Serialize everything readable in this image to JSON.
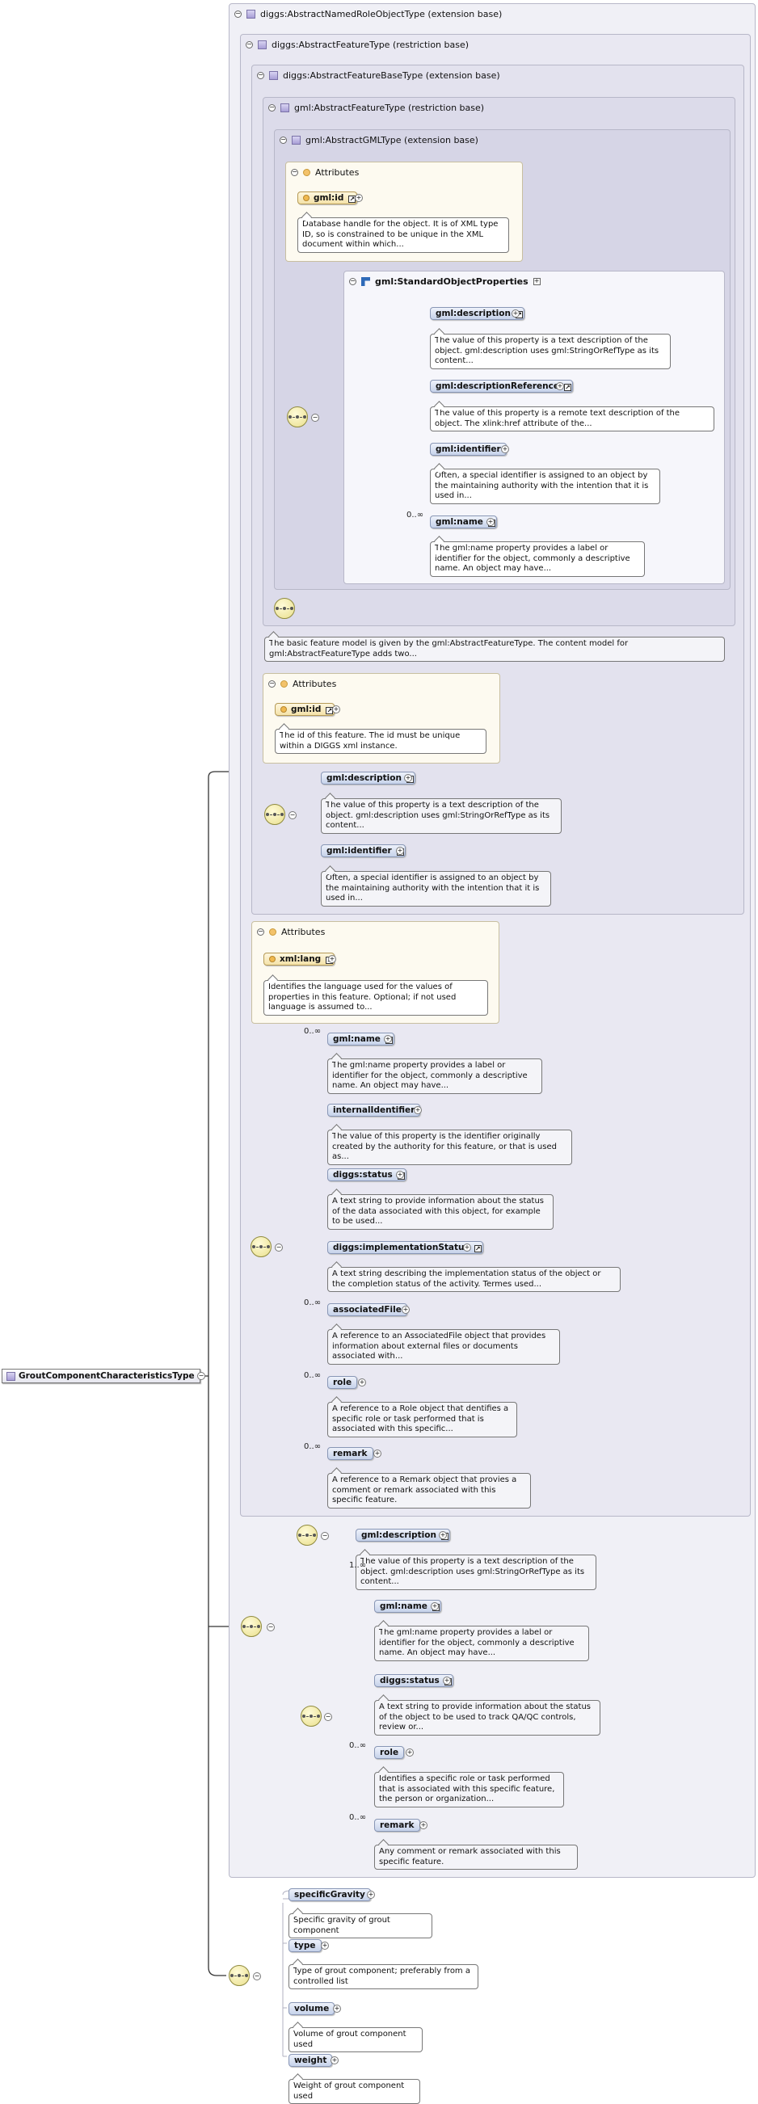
{
  "root": {
    "label": "GroutComponentCharacteristicsType"
  },
  "panels": {
    "named_role": "diggs:AbstractNamedRoleObjectType (extension base)",
    "feature_restriction": "diggs:AbstractFeatureType (restriction base)",
    "feature_base": "diggs:AbstractFeatureBaseType (extension base)",
    "gml_feature": "gml:AbstractFeatureType (restriction base)",
    "gml_gml": "gml:AbstractGMLType (extension base)",
    "standard_props": "gml:StandardObjectProperties"
  },
  "labels": {
    "attributes": "Attributes",
    "mult_many": "0..∞",
    "mult_one_many": "1..∞"
  },
  "gml_attrs": {
    "name": "gml:id",
    "desc": "Database handle for the object. It is of XML type ID, so is constrained to be unique in the XML document within which..."
  },
  "standard_props": [
    {
      "name": "gml:description",
      "desc": "The value of this property is a text description of the object. gml:description uses gml:StringOrRefType as its content..."
    },
    {
      "name": "gml:descriptionReference",
      "desc": "The value of this property is a remote text description of the object. The xlink:href attribute of the..."
    },
    {
      "name": "gml:identifier",
      "desc": "Often, a special identifier is assigned to an object by the maintaining authority with the intention that it is used in..."
    },
    {
      "name": "gml:name",
      "desc": "The gml:name property provides a label or identifier for the object, commonly a descriptive name. An object may have..."
    }
  ],
  "feature_desc": "The basic feature model is given by the gml:AbstractFeatureType. The content model for gml:AbstractFeatureType adds two...",
  "feature_attrs": {
    "name": "gml:id",
    "desc": "The id of this feature. The id must be unique within a DIGGS xml instance."
  },
  "feature_elems": [
    {
      "name": "gml:description",
      "desc": "The value of this property is a text description of the object. gml:description uses gml:StringOrRefType as its content..."
    },
    {
      "name": "gml:identifier",
      "desc": "Often, a special identifier is assigned to an object by the maintaining authority with the intention that it is used in..."
    }
  ],
  "base_attrs": {
    "name": "xml:lang",
    "desc": "Identifies the language used for the values of properties in this feature. Optional; if not used language is assumed to..."
  },
  "base_elems": [
    {
      "name": "gml:name",
      "desc": "The gml:name property provides a label or identifier for the object, commonly a descriptive name. An object may have..."
    },
    {
      "name": "internalIdentifier",
      "desc": "The value of this property is the identifier originally created by the authority for this feature, or that is used as..."
    },
    {
      "name": "diggs:status",
      "desc": "A text string to provide information about the status of the data associated with this object, for example to be used..."
    },
    {
      "name": "diggs:implementationStatus",
      "desc": "A text string describing the implementation status of the object or the completion status of the activity. Termes used..."
    },
    {
      "name": "associatedFile",
      "desc": "A reference to an AssociatedFile object that provides information about external files or documents associated with..."
    },
    {
      "name": "role",
      "desc": "A reference to a Role object that dentifies a specific role or task performed that is associated with this specific..."
    },
    {
      "name": "remark",
      "desc": "A reference to a Remark object that provies a comment or remark associated with this specific feature."
    }
  ],
  "restrict_elems": [
    {
      "name": "gml:description",
      "desc": "The value of this property is a text description of the object. gml:description uses gml:StringOrRefType as its content..."
    },
    {
      "name": "gml:name",
      "desc": "The gml:name property provides a label or identifier for the object, commonly a descriptive name. An object may have..."
    },
    {
      "name": "diggs:status",
      "desc": "A text string to provide information about the status of the object to be used to track QA/QC controls, review or..."
    },
    {
      "name": "role",
      "desc": "Identifies a specific role or task performed that is associated with this specific feature, the person or organization..."
    },
    {
      "name": "remark",
      "desc": "Any comment or remark associated with this specific feature."
    }
  ],
  "own_elems": [
    {
      "name": "specificGravity",
      "desc": "Specific gravity of grout component"
    },
    {
      "name": "type",
      "desc": "Type of grout component; preferably from a controlled list"
    },
    {
      "name": "volume",
      "desc": "Volume of grout component used"
    },
    {
      "name": "weight",
      "desc": "Weight of grout component used"
    }
  ]
}
